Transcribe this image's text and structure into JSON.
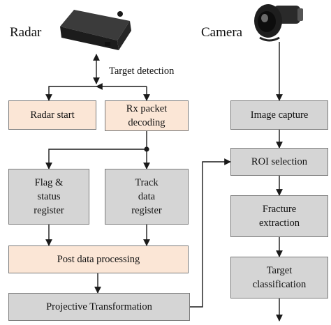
{
  "radar": {
    "title": "Radar",
    "target_detection": "Target detection",
    "boxes": {
      "radar_start": "Radar start",
      "rx_packet": "Rx packet\ndecoding",
      "flag_status": "Flag &\nstatus\nregister",
      "track_data": "Track\ndata\nregister",
      "post_processing": "Post data processing",
      "projective": "Projective Transformation"
    }
  },
  "camera": {
    "title": "Camera",
    "boxes": {
      "image_capture": "Image capture",
      "roi_selection": "ROI selection",
      "fracture_extraction": "Fracture\nextraction",
      "target_classification": "Target\nclassification"
    }
  },
  "colors": {
    "peach_box": "#fbe6d6",
    "gray_box": "#d5d5d5",
    "line": "#1a1a1a"
  },
  "icons": [
    "radar-device-icon",
    "camera-device-icon"
  ]
}
